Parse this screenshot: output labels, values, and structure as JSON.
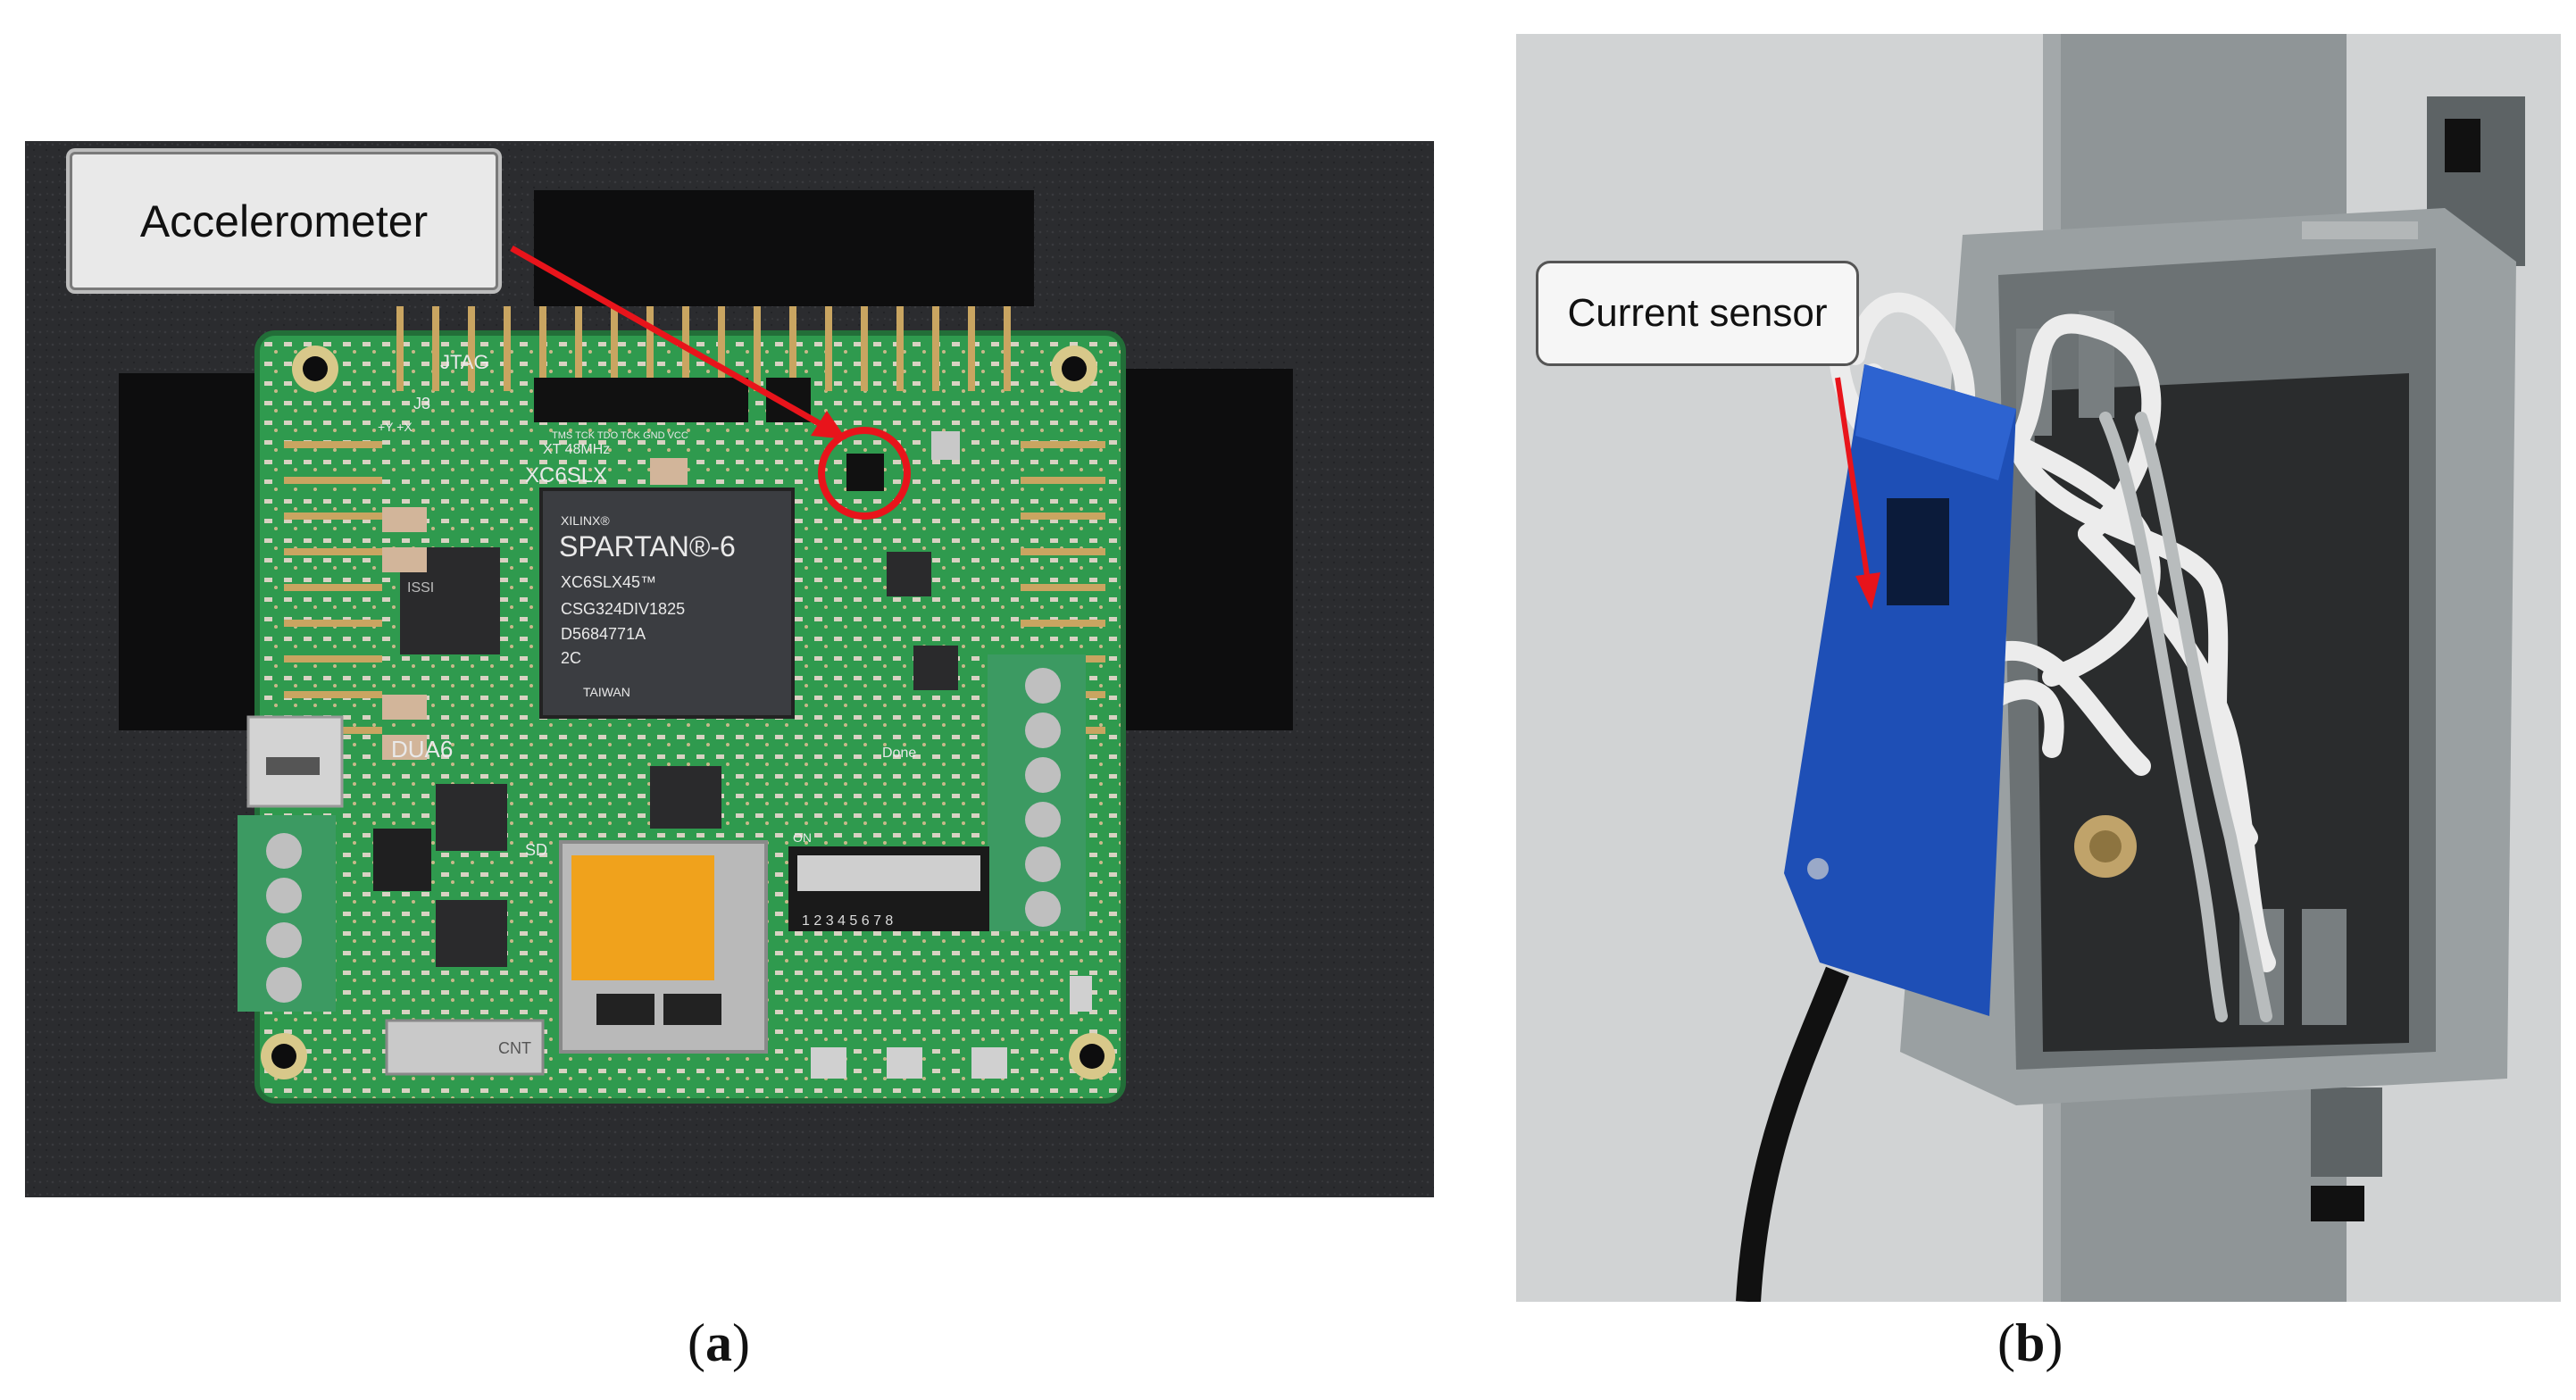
{
  "figure": {
    "panel_a": {
      "callout": "Accelerometer",
      "caption_open": "(",
      "caption_letter": "a",
      "caption_close": ")",
      "chip_text": {
        "brand": "XILINX®",
        "name": "SPARTAN®-6",
        "line1": "XC6SLX45™",
        "line2": "CSG324DIV1825",
        "line3": "D5684771A",
        "line4": "2C",
        "line5": "TAIWAN"
      },
      "board_labels": {
        "jtag": "JTAG",
        "xc6slx": "XC6SLX",
        "osc": "XT 48MHz",
        "pins": "TMS TCK TDO    TCK GND VCC",
        "j3": "J3",
        "axes": "+Y  +X",
        "board": "DUA6",
        "dip": "1 2 3 4 5 6 7 8",
        "on": "ON",
        "sd": "SD",
        "done": "Done",
        "mem": "ISSI",
        "cnt": "CNT"
      }
    },
    "panel_b": {
      "callout": "Current sensor",
      "caption_open": "(",
      "caption_letter": "b",
      "caption_close": ")"
    },
    "colors": {
      "annotation_red": "#e8141b",
      "pcb_green": "#2f9a4e",
      "sensor_blue": "#1e4fb6",
      "terminal_green": "#3c9a62",
      "enclosure_gray": "#8e9496"
    }
  }
}
